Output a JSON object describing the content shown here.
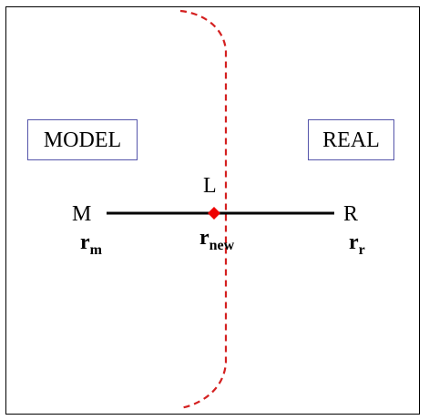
{
  "diagram": {
    "regions": {
      "model_label": "MODEL",
      "real_label": "REAL"
    },
    "points": {
      "m_label": "M",
      "l_label": "L",
      "r_label": "R"
    },
    "vectors": {
      "m_symbol": "r",
      "m_subscript": "m",
      "new_symbol": "r",
      "new_subscript": "new",
      "r_symbol": "r",
      "r_subscript": "r"
    },
    "colors": {
      "boundary": "#d42020",
      "marker": "#ee0000",
      "line": "#000000",
      "box_border": "#5555aa"
    }
  }
}
